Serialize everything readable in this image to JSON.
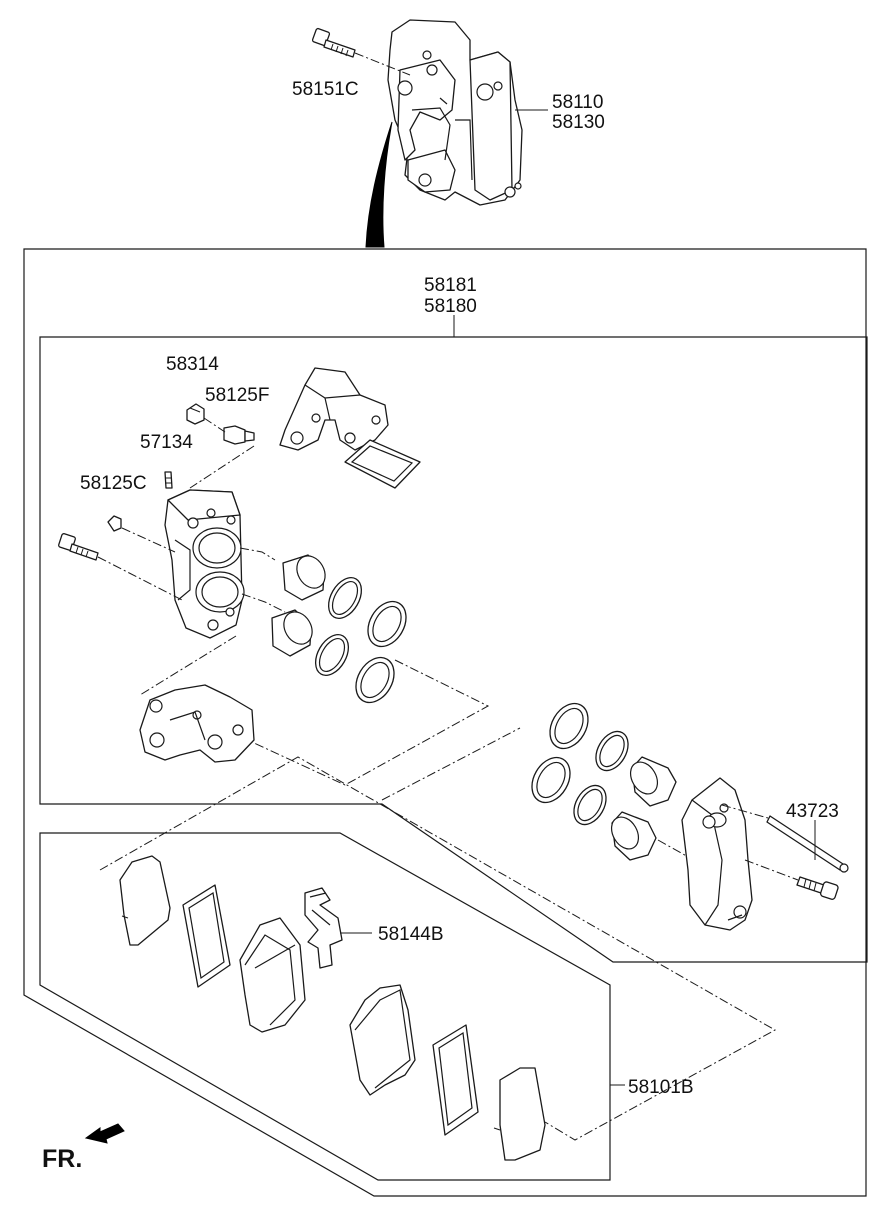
{
  "labels": {
    "caliper_bolt": "58151C",
    "caliper_assy_1": "58110",
    "caliper_assy_2": "58130",
    "kit_1": "58181",
    "kit_2": "58180",
    "cap": "58314",
    "bleeder_f": "58125F",
    "pin": "57134",
    "bleeder_c": "58125C",
    "rod": "43723",
    "clip": "58144B",
    "pad_kit": "58101B",
    "front": "FR."
  }
}
